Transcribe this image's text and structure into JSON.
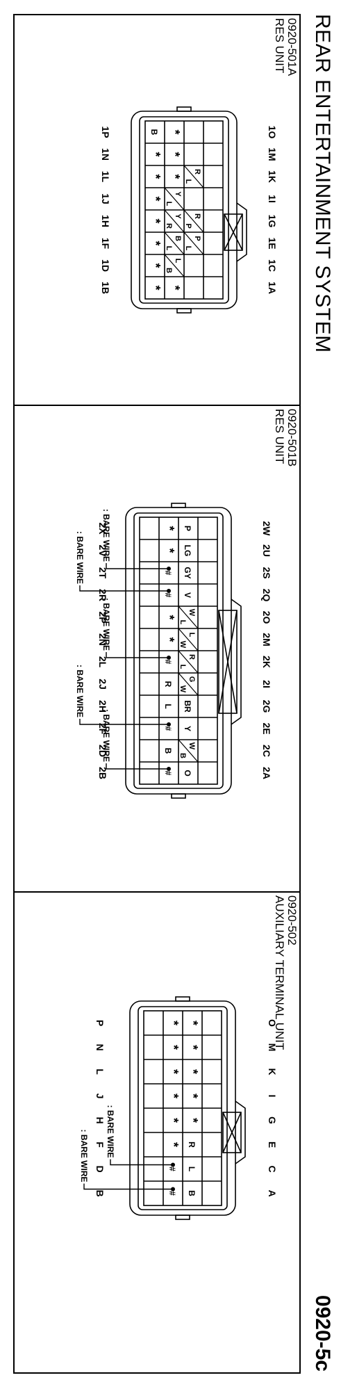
{
  "page": {
    "title": "REAR ENTERTAINMENT SYSTEM",
    "code": "0920-5c"
  },
  "sections": [
    {
      "code": "0920-501A",
      "name": "RES UNIT",
      "cols": 8,
      "rows": 4,
      "notch": [
        4,
        6
      ],
      "pins_top": [
        "1O",
        "1M",
        "1K",
        "1I",
        "1G",
        "1E",
        "1C",
        "1A"
      ],
      "pins_bottom": [
        "1P",
        "1N",
        "1L",
        "1J",
        "1H",
        "1F",
        "1D",
        "1B"
      ],
      "cells": [
        [
          "",
          "",
          "",
          "",
          "",
          "",
          "",
          ""
        ],
        [
          "",
          "",
          "R|L",
          "",
          "R|P",
          "P|L",
          "",
          ""
        ],
        [
          "*",
          "*",
          "*",
          "Y|L",
          "Y|R",
          "B|L",
          "L|B",
          "*"
        ],
        [
          "B",
          "*",
          "*",
          "*",
          "*",
          "*",
          "*",
          "*"
        ]
      ],
      "bare_wire": [],
      "bare_label": "",
      "width": 560
    },
    {
      "code": "0920-501B",
      "name": "RES UNIT",
      "cols": 12,
      "rows": 4,
      "notch": [
        4,
        9
      ],
      "pins_top": [
        "2W",
        "2U",
        "2S",
        "2Q",
        "2O",
        "2M",
        "2K",
        "2I",
        "2G",
        "2E",
        "2C",
        "2A"
      ],
      "pins_bottom": [
        "2X",
        "2V",
        "2T",
        "2R",
        "2P",
        "2N",
        "2L",
        "2J",
        "2H",
        "2F",
        "2D",
        "2B"
      ],
      "cells": [
        [
          "",
          "",
          "",
          "",
          "",
          "",
          "",
          "",
          "",
          "",
          "",
          ""
        ],
        [
          "P",
          "LG",
          "GY",
          "V",
          "W|L",
          "L|W",
          "R|L",
          "G|W",
          "BR",
          "Y",
          "W|B",
          "O"
        ],
        [
          "*",
          "*",
          "#",
          "#",
          "*",
          "*",
          "#",
          "R",
          "L",
          "#",
          "B",
          "#"
        ],
        [
          "",
          "",
          "",
          "",
          "",
          "",
          "",
          "",
          "",
          "",
          "",
          ""
        ]
      ],
      "bare_wire": [
        2,
        3,
        6,
        9,
        11
      ],
      "bare_label": ": BARE WIRE",
      "width": 700
    },
    {
      "code": "0920-502",
      "name": "AUXILIARY TERMINAL UNIT",
      "cols": 8,
      "rows": 4,
      "notch": [
        4,
        6
      ],
      "pins_top": [
        "O",
        "M",
        "K",
        "I",
        "G",
        "E",
        "C",
        "A"
      ],
      "pins_bottom": [
        "P",
        "N",
        "L",
        "J",
        "H",
        "F",
        "D",
        "B"
      ],
      "cells": [
        [
          "",
          "",
          "",
          "",
          "",
          "",
          "",
          ""
        ],
        [
          "*",
          "*",
          "*",
          "*",
          "*",
          "R",
          "L",
          "B"
        ],
        [
          "*",
          "*",
          "*",
          "*",
          "*",
          "*",
          "#",
          "#"
        ],
        [
          "",
          "",
          "",
          "",
          "",
          "",
          "",
          ""
        ]
      ],
      "bare_wire": [
        6,
        7
      ],
      "bare_label": ": BARE WIRE",
      "width": 696
    }
  ]
}
